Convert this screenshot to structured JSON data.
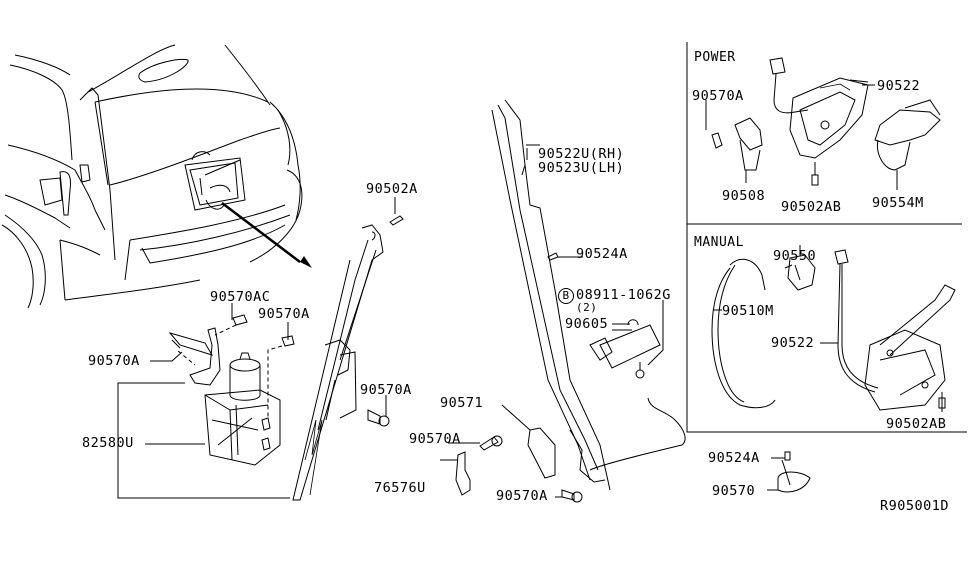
{
  "diagram": {
    "reference_code": "R905001D",
    "sections": {
      "power": {
        "title": "POWER"
      },
      "manual": {
        "title": "MANUAL"
      }
    },
    "labels": {
      "l_90502A": "90502A",
      "l_90570AC": "90570AC",
      "l_90570A_top": "90570A",
      "l_90570A_left": "90570A",
      "l_82580U": "82580U",
      "l_90570A_mid": "90570A",
      "l_90571": "90571",
      "l_90570A_bracket": "90570A",
      "l_76576U": "76576U",
      "l_90570A_bottom": "90570A",
      "l_90522U": "90522U(RH)",
      "l_90523U": "90523U(LH)",
      "l_90524A_mid": "90524A",
      "l_08911_badge": "B",
      "l_08911": "08911-1062G",
      "l_08911_qty": "(2)",
      "l_90605": "90605",
      "l_90524A_bottom": "90524A",
      "l_90570": "90570",
      "p_90570A": "90570A",
      "p_90522": "90522",
      "p_90508": "90508",
      "p_90502AB": "90502AB",
      "p_90554M": "90554M",
      "m_90550": "90550",
      "m_90510M": "90510M",
      "m_90522": "90522",
      "m_90502AB": "90502AB"
    }
  }
}
